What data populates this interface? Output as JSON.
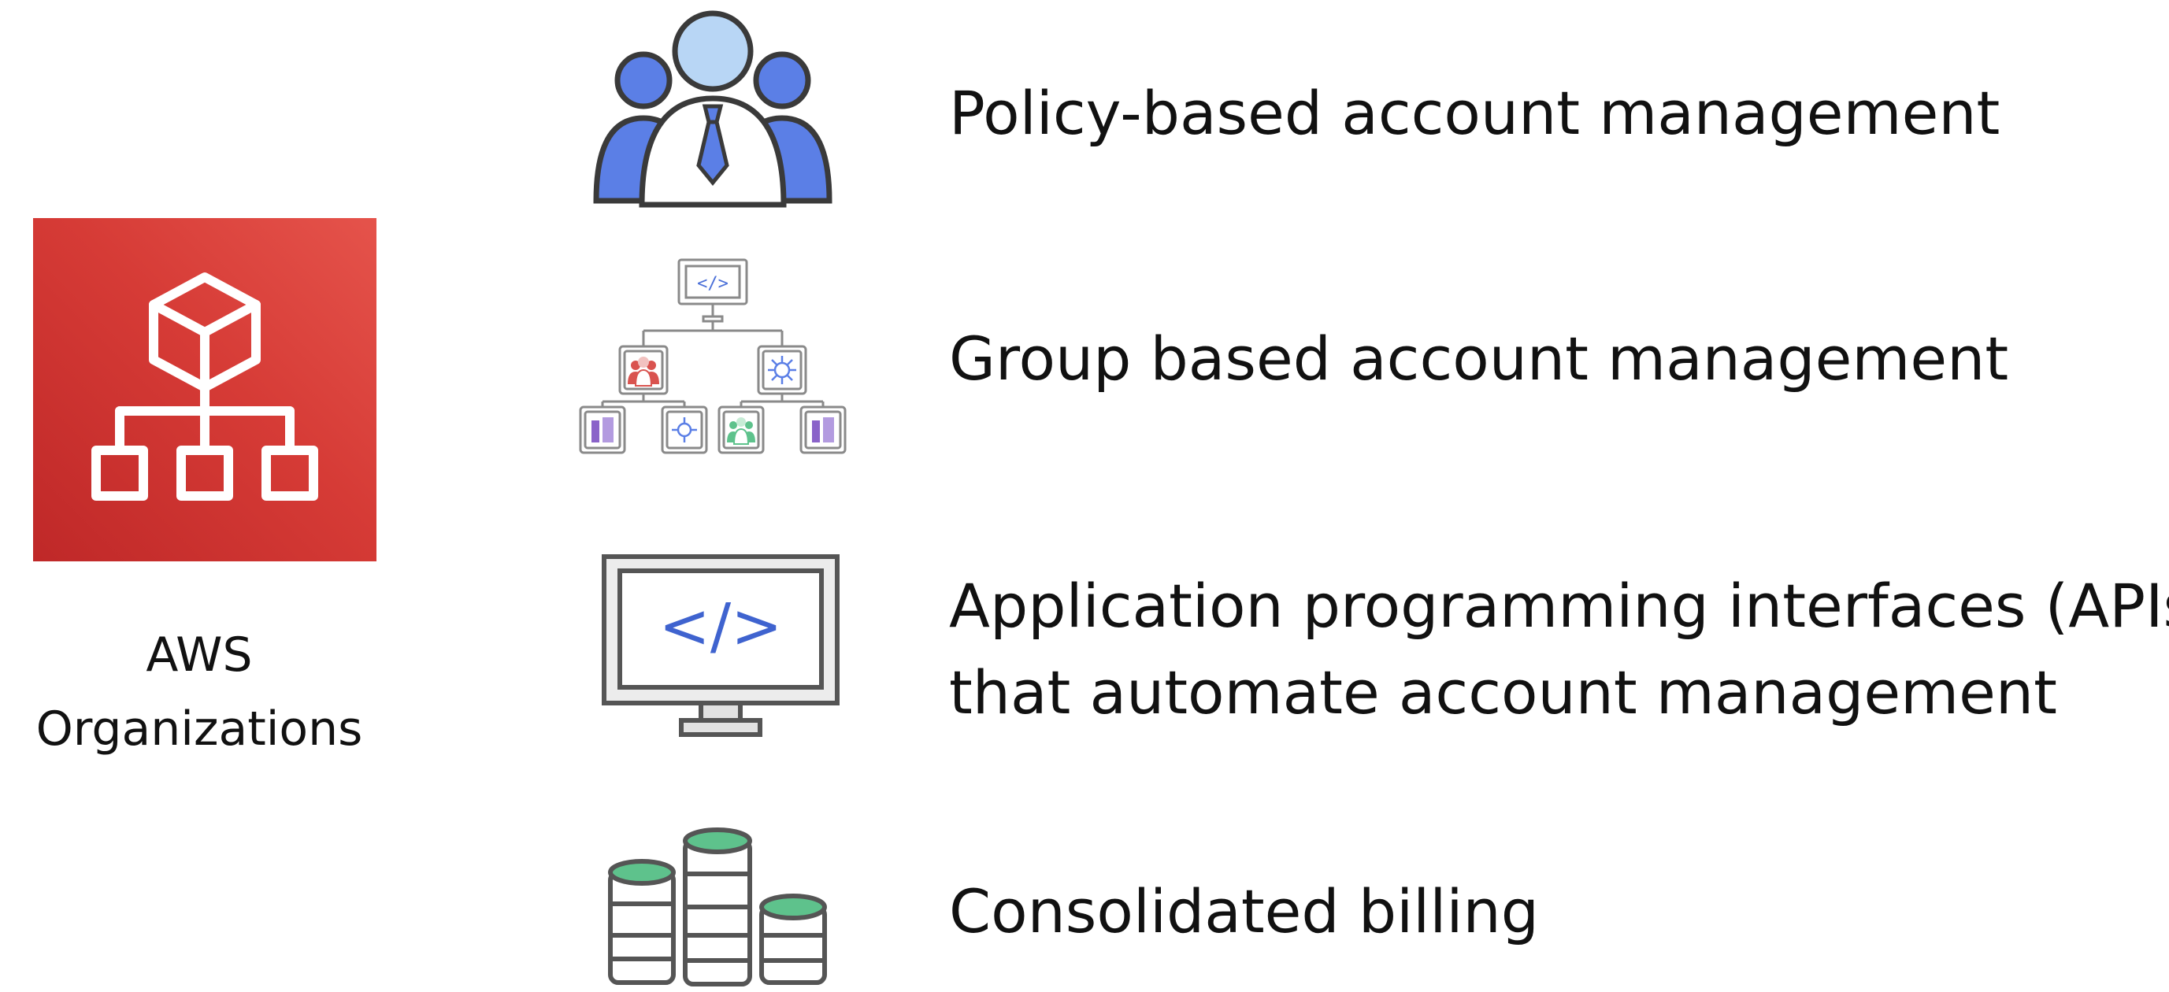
{
  "brand": {
    "tile_color": "#d13b35",
    "service_name_line1": "AWS",
    "service_name_line2": "Organizations"
  },
  "colors": {
    "person_blue": "#5b7fe6",
    "person_light_blue": "#b8d6f5",
    "green_accent": "#5ec28c",
    "purple_accent": "#8a63c9",
    "red_accent": "#d9534f"
  },
  "features": [
    {
      "icon": "team-people-icon",
      "line1": "Policy-based account management"
    },
    {
      "icon": "hierarchy-tree-icon",
      "line1": "Group based account management"
    },
    {
      "icon": "monitor-code-icon",
      "line1": "Application programming interfaces (APIs)",
      "line2": "that automate account management"
    },
    {
      "icon": "coin-stacks-icon",
      "line1": "Consolidated billing"
    }
  ],
  "icon_glyphs": {
    "code_symbol": "</>"
  }
}
